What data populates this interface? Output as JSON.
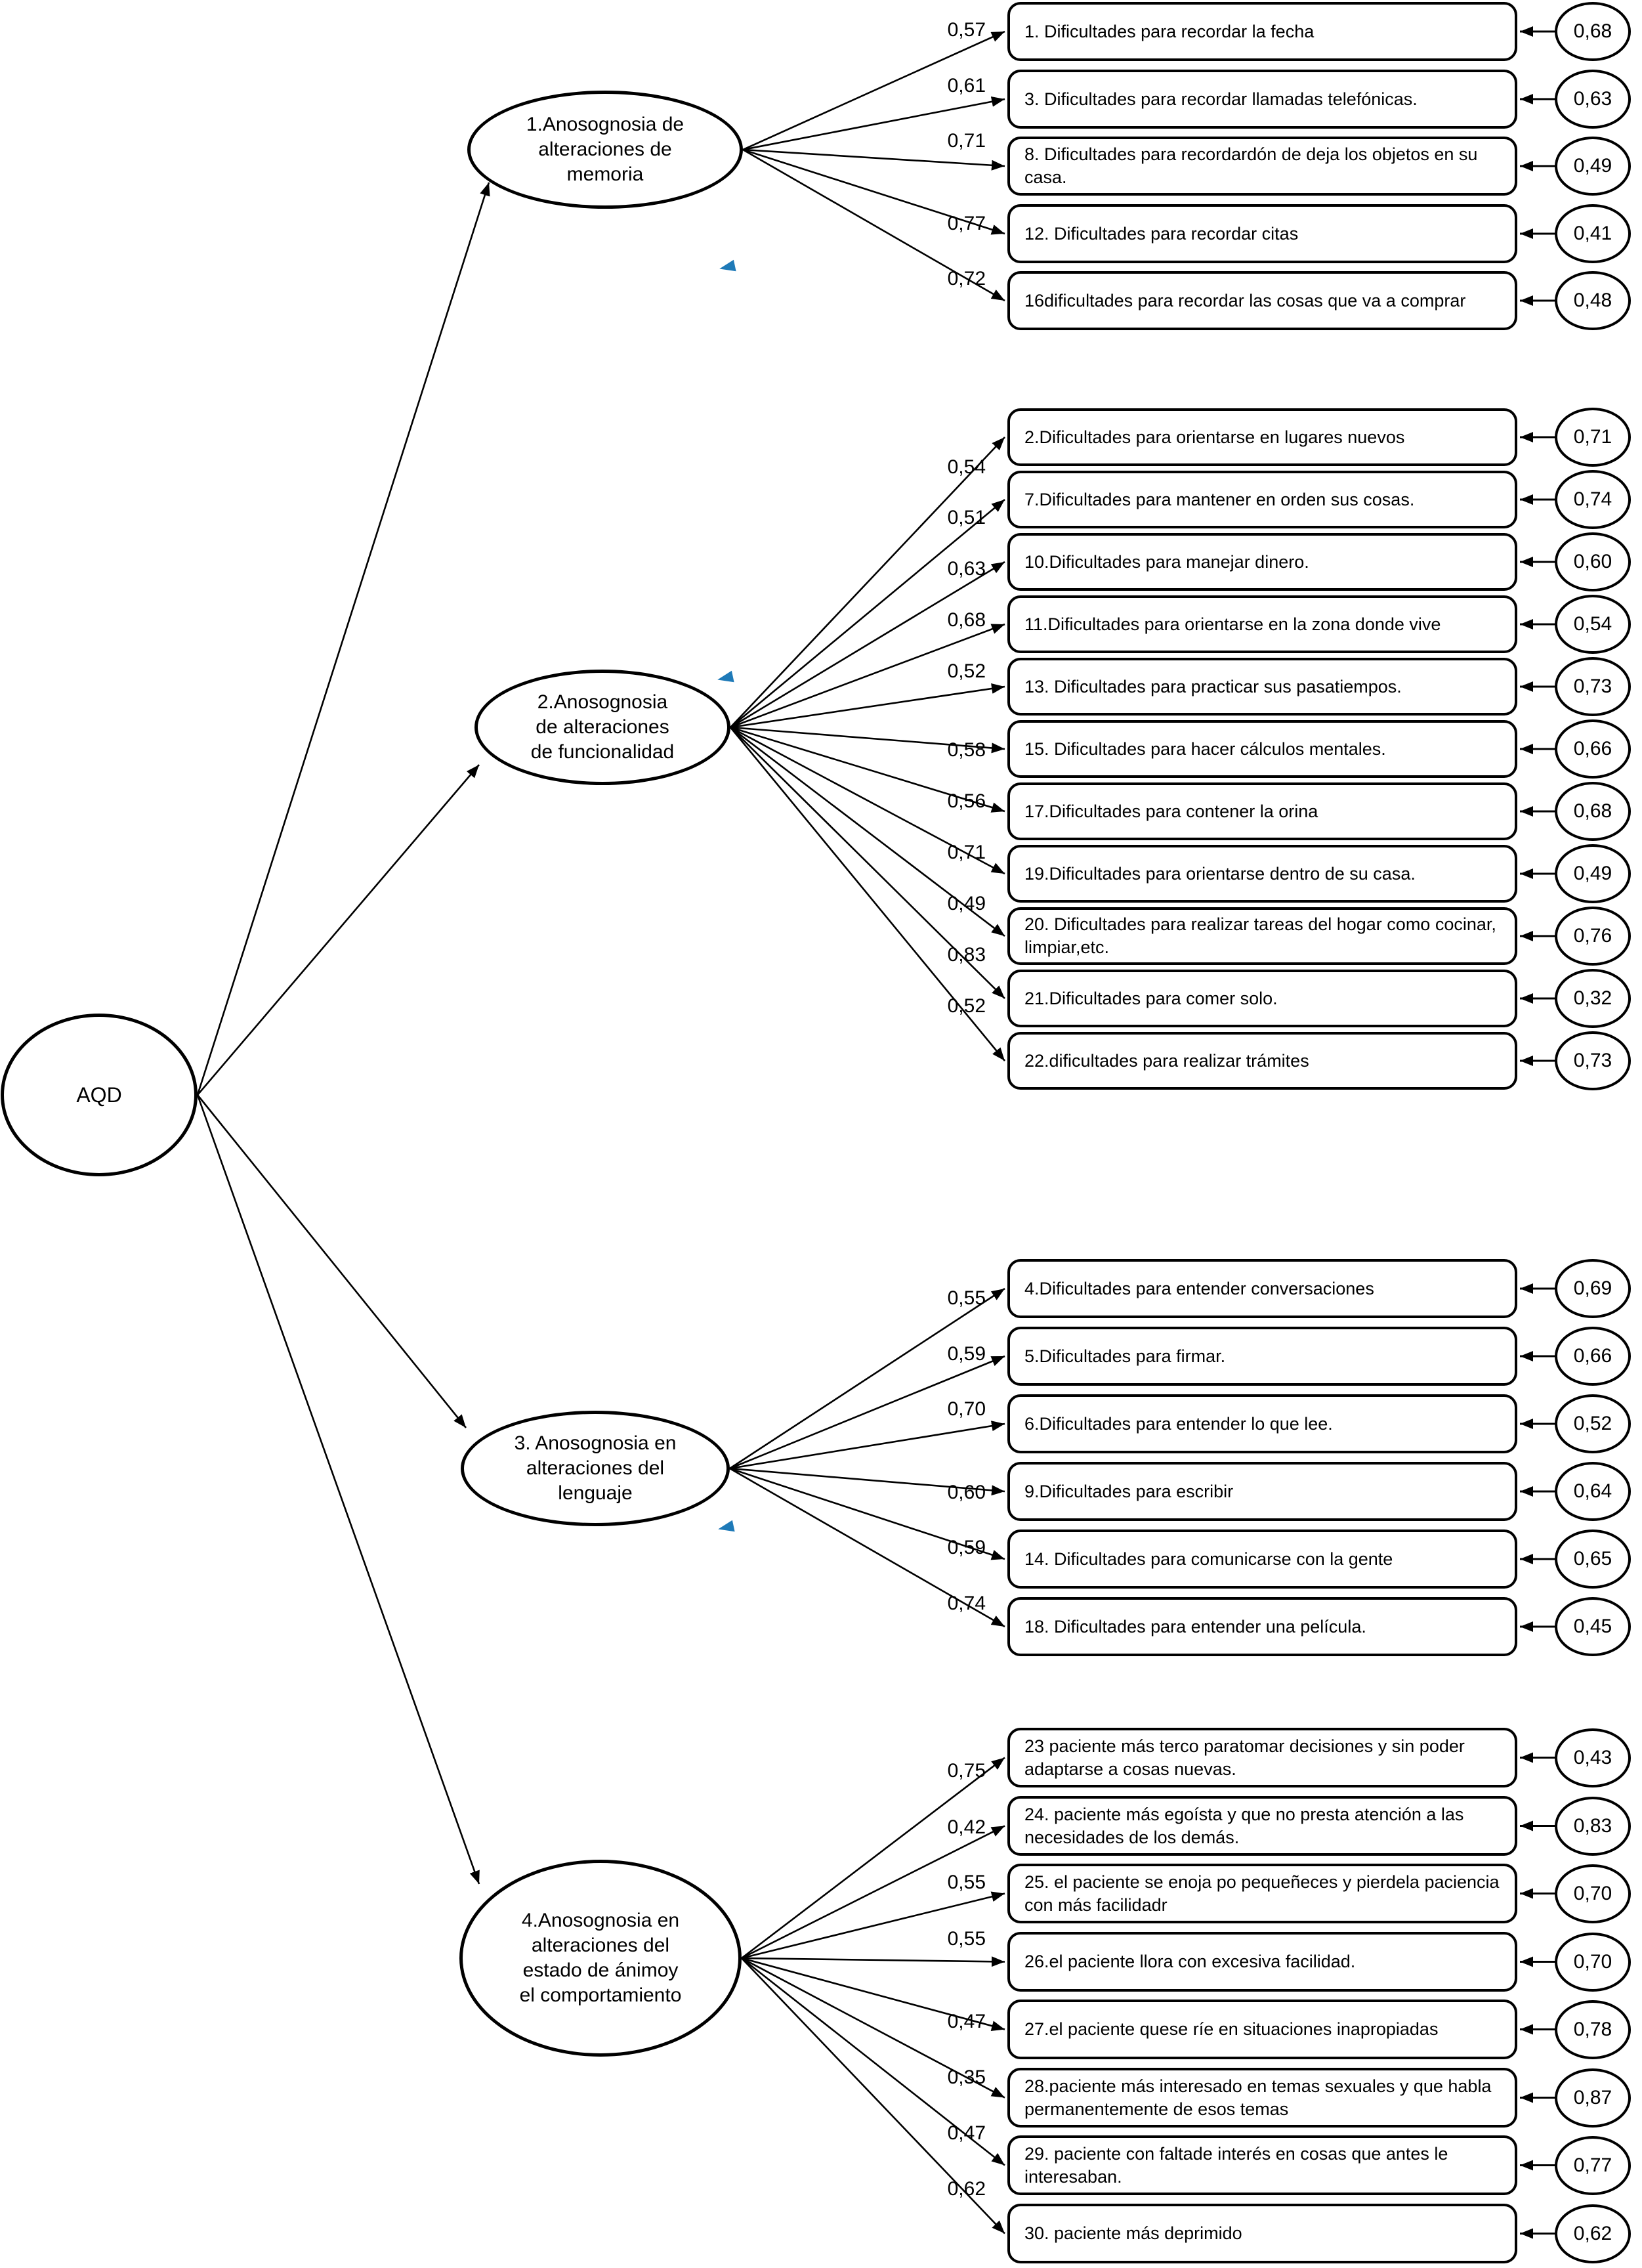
{
  "meta": {
    "accent_color": "#1E7AB8",
    "line_color": "#000000"
  },
  "root": {
    "label": "AQD"
  },
  "factors": [
    {
      "label": "1.Anosognosia de\nalteraciones de\nmemoria",
      "items": [
        {
          "text": "1. Dificultades para recordar la fecha",
          "loading": "0,57",
          "error": "0,68"
        },
        {
          "text": "3. Dificultades para recordar llamadas telefónicas.",
          "loading": "0,61",
          "error": "0,63"
        },
        {
          "text": "8. Dificultades para recordardón de deja los objetos en su casa.",
          "loading": "0,71",
          "error": "0,49"
        },
        {
          "text": "12. Dificultades para recordar citas",
          "loading": "0,77",
          "error": "0,41"
        },
        {
          "text": "16dificultades para recordar las cosas que va a comprar",
          "loading": "0,72",
          "error": "0,48"
        }
      ]
    },
    {
      "label": "2.Anosognosia\nde alteraciones\nde funcionalidad",
      "items": [
        {
          "text": "2.Dificultades para orientarse en lugares nuevos",
          "loading": "0,54",
          "error": "0,71"
        },
        {
          "text": "7.Dificultades para mantener en orden sus cosas.",
          "loading": "0,51",
          "error": "0,74"
        },
        {
          "text": "10.Dificultades para manejar dinero.",
          "loading": "0,63",
          "error": "0,60"
        },
        {
          "text": "11.Dificultades para orientarse en la zona donde vive",
          "loading": "0,68",
          "error": "0,54"
        },
        {
          "text": "13. Dificultades para practicar sus pasatiempos.",
          "loading": "0,52",
          "error": "0,73"
        },
        {
          "text": "15. Dificultades para hacer cálculos mentales.",
          "loading": "0,58",
          "error": "0,66"
        },
        {
          "text": "17.Dificultades para contener la orina",
          "loading": "0,56",
          "error": "0,68"
        },
        {
          "text": "19.Dificultades para orientarse dentro de su casa.",
          "loading": "0,71",
          "error": "0,49"
        },
        {
          "text": "20. Dificultades para realizar tareas del hogar como cocinar, limpiar,etc.",
          "loading": "0,49",
          "error": "0,76"
        },
        {
          "text": "21.Dificultades para comer solo.",
          "loading": "0,83",
          "error": "0,32"
        },
        {
          "text": "22.dificultades para realizar trámites",
          "loading": "0,52",
          "error": "0,73"
        }
      ]
    },
    {
      "label": "3. Anosognosia en\nalteraciones del\nlenguaje",
      "items": [
        {
          "text": "4.Dificultades para entender conversaciones",
          "loading": "0,55",
          "error": "0,69"
        },
        {
          "text": "5.Dificultades para firmar.",
          "loading": "0,59",
          "error": "0,66"
        },
        {
          "text": "6.Dificultades para entender lo que lee.",
          "loading": "0,70",
          "error": "0,52"
        },
        {
          "text": "9.Dificultades para escribir",
          "loading": "0,60",
          "error": "0,64"
        },
        {
          "text": "14. Dificultades para comunicarse con la gente",
          "loading": "0,59",
          "error": "0,65"
        },
        {
          "text": "18. Dificultades para entender una película.",
          "loading": "0,74",
          "error": "0,45"
        }
      ]
    },
    {
      "label": "4.Anosognosia en\nalteraciones del\nestado de ánimoy\nel comportamiento",
      "items": [
        {
          "text": "23 paciente más terco paratomar decisiones y sin poder adaptarse a cosas nuevas.",
          "loading": "0,75",
          "error": "0,43"
        },
        {
          "text": "24. paciente más egoísta y que no presta atención a las necesidades de los demás.",
          "loading": "0,42",
          "error": "0,83"
        },
        {
          "text": "25. el paciente se enoja po pequeñeces y pierdela paciencia con más facilidadr",
          "loading": "0,55",
          "error": "0,70"
        },
        {
          "text": "26.el paciente llora con excesiva facilidad.",
          "loading": "0,55",
          "error": "0,70"
        },
        {
          "text": "27.el paciente quese ríe en situaciones inapropiadas",
          "loading": "0,47",
          "error": "0,78"
        },
        {
          "text": "28.paciente más interesado en temas sexuales y que habla permanentemente de esos temas",
          "loading": "0,35",
          "error": "0,87"
        },
        {
          "text": "29. paciente con faltade interés en cosas que antes le interesaban.",
          "loading": "0,47",
          "error": "0,77"
        },
        {
          "text": "30. paciente más deprimido",
          "loading": "0,62",
          "error": "0,62"
        }
      ]
    }
  ]
}
